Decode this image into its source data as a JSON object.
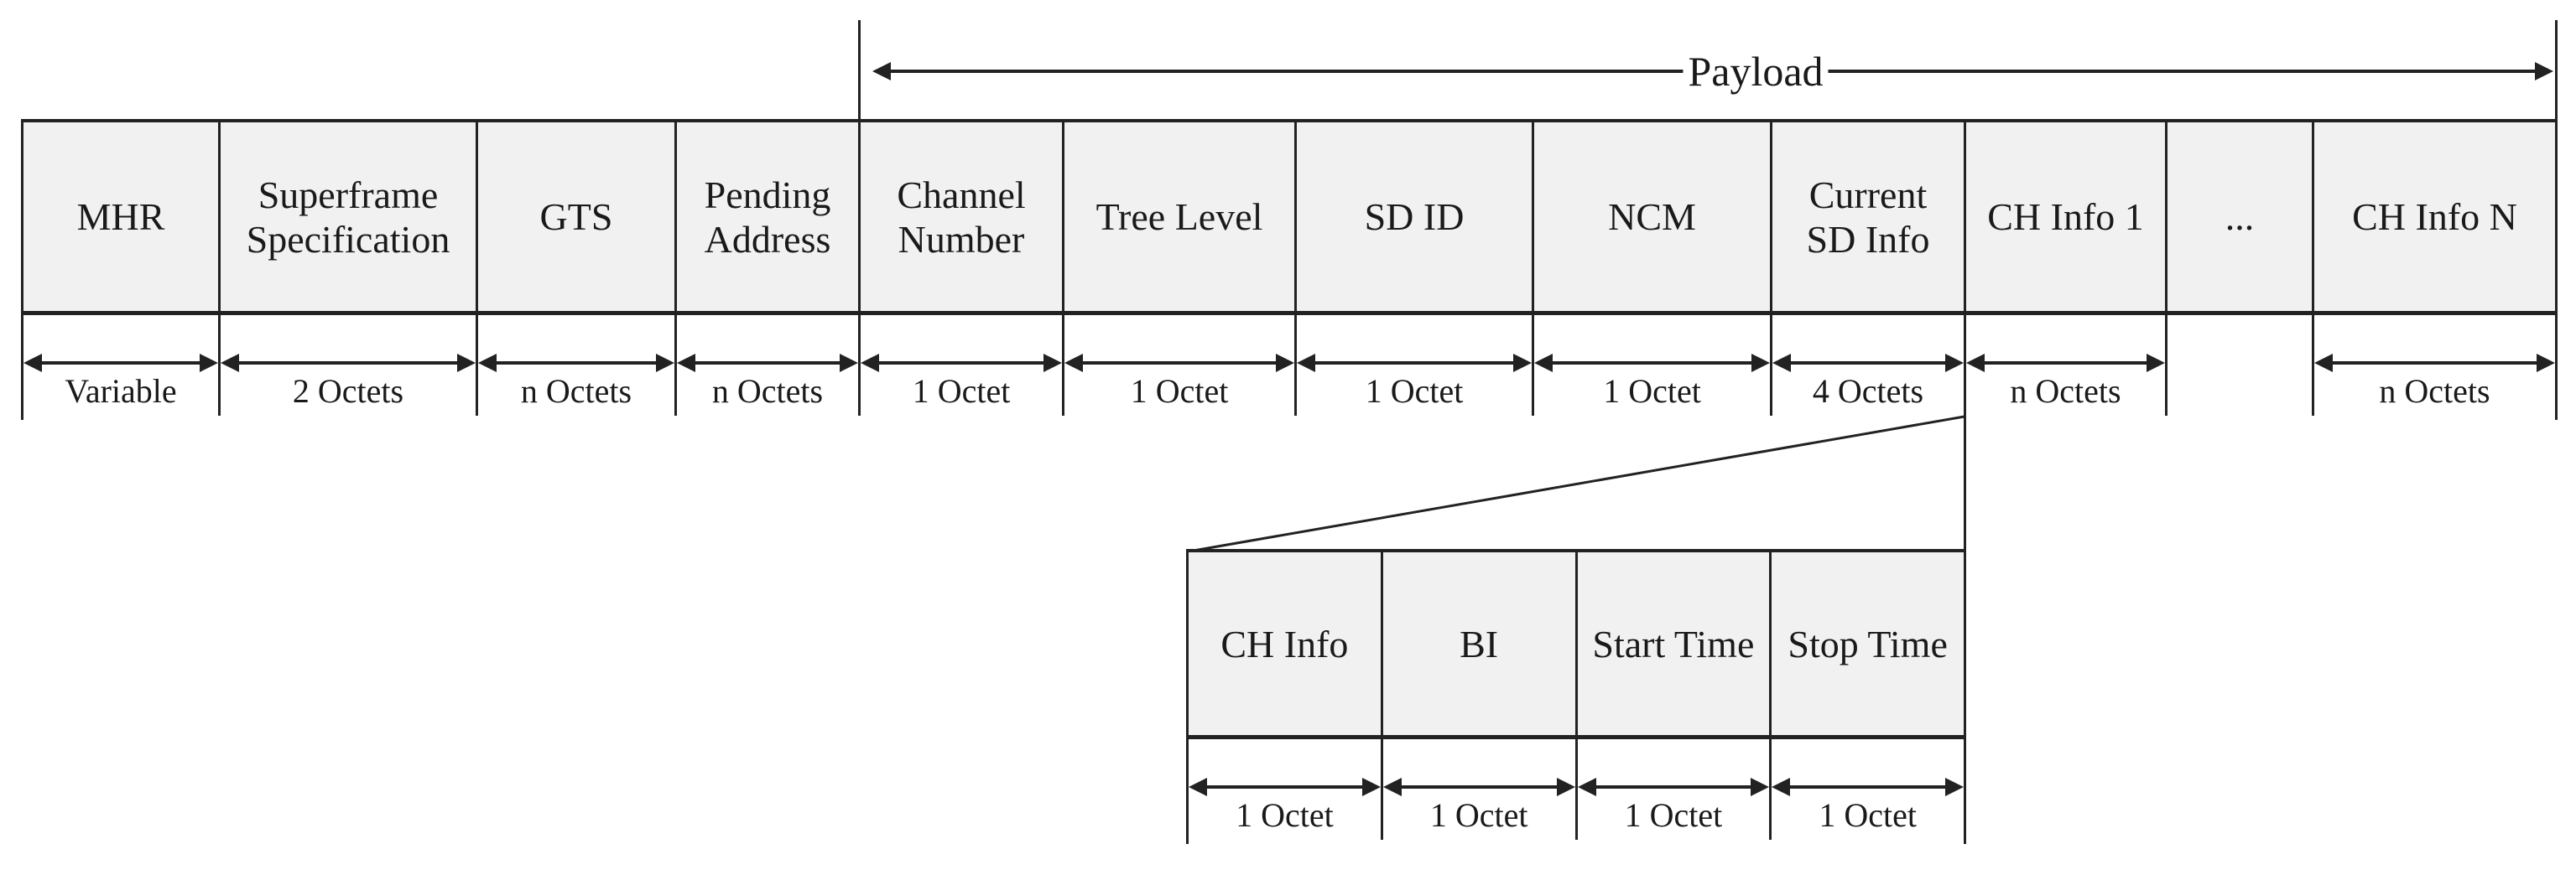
{
  "diagram": {
    "payload_label": "Payload",
    "main_table": {
      "fields": [
        {
          "label": "MHR",
          "size": "Variable"
        },
        {
          "label": "Superframe\nSpecification",
          "size": "2 Octets"
        },
        {
          "label": "GTS",
          "size": "n Octets"
        },
        {
          "label": "Pending\nAddress",
          "size": "n Octets"
        },
        {
          "label": "Channel\nNumber",
          "size": "1 Octet"
        },
        {
          "label": "Tree Level",
          "size": "1 Octet"
        },
        {
          "label": "SD ID",
          "size": "1 Octet"
        },
        {
          "label": "NCM",
          "size": "1 Octet"
        },
        {
          "label": "Current\nSD Info",
          "size": "4 Octets"
        },
        {
          "label": "CH Info 1",
          "size": "n Octets"
        },
        {
          "label": "...",
          "size": ""
        },
        {
          "label": "CH Info N",
          "size": "n Octets"
        }
      ]
    },
    "detail_table": {
      "fields": [
        {
          "label": "CH Info",
          "size": "1 Octet"
        },
        {
          "label": "BI",
          "size": "1 Octet"
        },
        {
          "label": "Start Time",
          "size": "1 Octet"
        },
        {
          "label": "Stop Time",
          "size": "1 Octet"
        }
      ]
    },
    "colors": {
      "line": "#222222",
      "box_fill": "#f1f1f1",
      "background": "#ffffff",
      "text": "#1a1a1a"
    }
  }
}
